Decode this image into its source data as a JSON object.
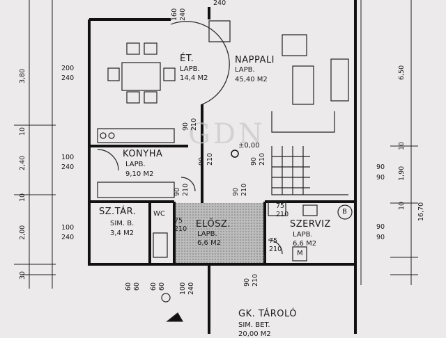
{
  "rooms": {
    "etkezo": {
      "name": "ÉT.",
      "floor": "LAPB.",
      "area": "14,4 M2"
    },
    "nappali": {
      "name": "NAPPALI",
      "floor": "LAPB.",
      "area": "45,40 M2"
    },
    "konyha": {
      "name": "KONYHA",
      "floor": "LAPB.",
      "area": "9,10 M2"
    },
    "szertar": {
      "name": "SZ.TÁR.",
      "floor": "SIM. B.",
      "area": "3,4 M2"
    },
    "wc": {
      "name": "WC"
    },
    "elosz": {
      "name": "ELŐSZ.",
      "floor": "LAPB.",
      "area": "6,6 M2"
    },
    "szerviz": {
      "name": "SZERVIZ",
      "floor": "LAPB.",
      "area": "6,6 M2"
    },
    "garage": {
      "name": "GK. TÁROLÓ",
      "floor": "SIM. BET.",
      "area": "20,00 M2"
    }
  },
  "level": "±0,00",
  "fixtures": {
    "boiler": "B",
    "meter": "M"
  },
  "watermark": "GDN",
  "dims": {
    "left_outer": [
      "3,80",
      "10",
      "2,40",
      "10",
      "2,00",
      "30"
    ],
    "right_outer": [
      "6,50",
      "10",
      "1,90",
      "10",
      "16,70"
    ],
    "win_etk": [
      "200",
      "240"
    ],
    "win_konyha": [
      "100",
      "240"
    ],
    "win_szertar": [
      "100",
      "240"
    ],
    "win_right_1": [
      "90",
      "90"
    ],
    "win_right_2": [
      "90",
      "90"
    ],
    "top_door": [
      "160",
      "240"
    ],
    "top_door_2": "240",
    "door_etk": [
      "90",
      "210"
    ],
    "door_konyha": [
      "90",
      "210"
    ],
    "door_nappali": [
      "90",
      "210"
    ],
    "door_wc": [
      "75",
      "210"
    ],
    "door_elosz_l": [
      "90",
      "210"
    ],
    "door_elosz_r": [
      "90",
      "210"
    ],
    "door_szerviz": [
      "75",
      "210"
    ],
    "door_szerviz_r": [
      "75",
      "210"
    ],
    "bottom_windows": [
      "60",
      "60",
      "60",
      "60",
      "100",
      "240"
    ],
    "bottom_door": [
      "90",
      "210"
    ]
  }
}
